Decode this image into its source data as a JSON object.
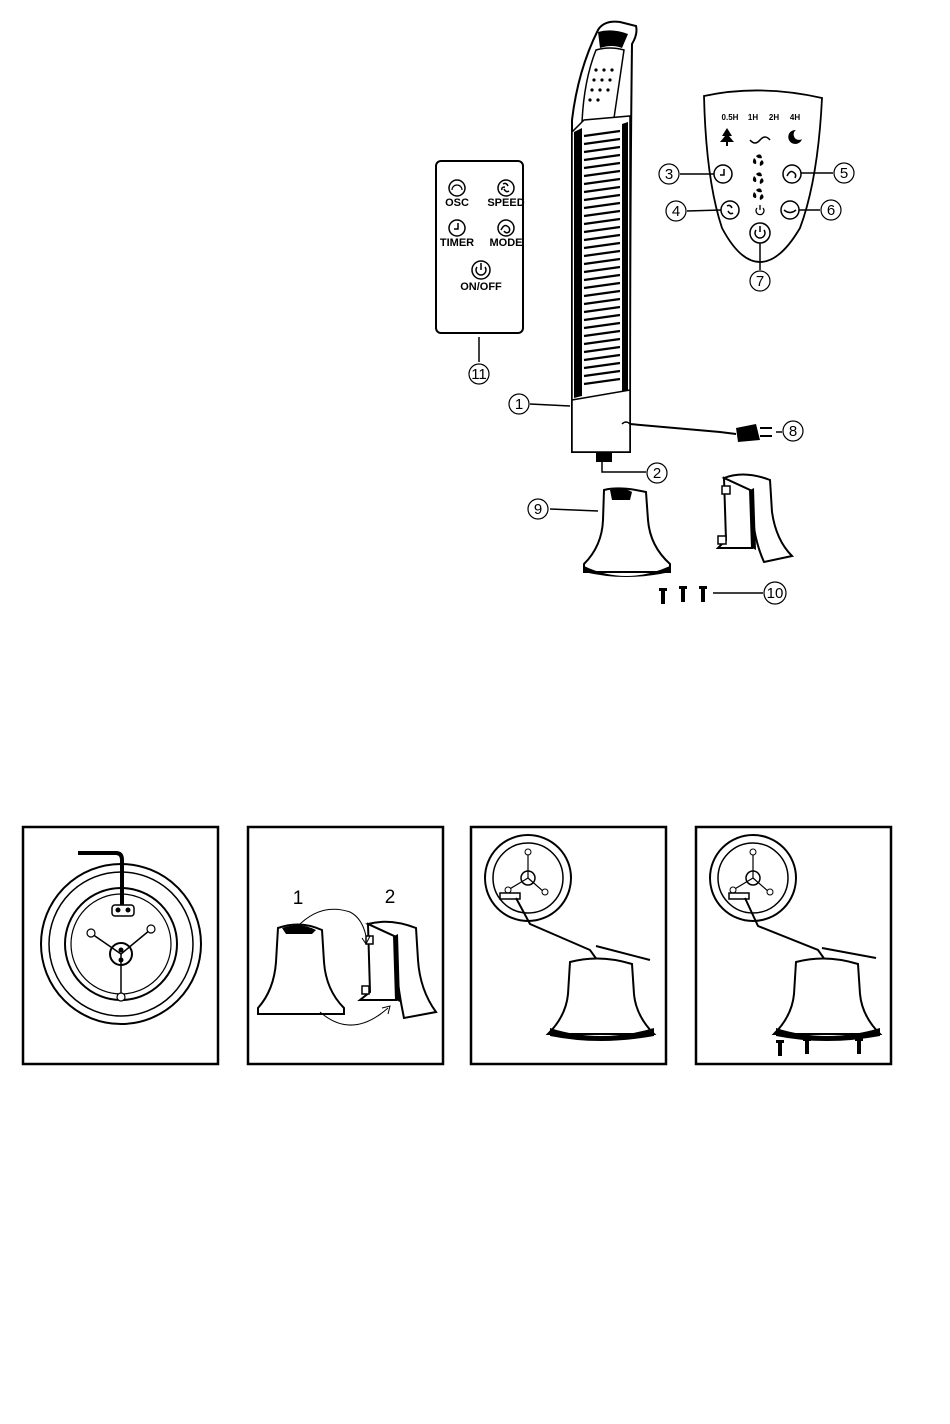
{
  "remote": {
    "buttons": {
      "osc": "OSC",
      "speed": "SPEED",
      "timer": "TIMER",
      "mode": "MODE",
      "power": "ON/OFF"
    },
    "callout": "11"
  },
  "control_panel": {
    "timer_labels": [
      "0.5H",
      "1H",
      "2H",
      "4H"
    ],
    "callouts": {
      "c3": "3",
      "c4": "4",
      "c5": "5",
      "c6": "6",
      "c7": "7"
    }
  },
  "fan": {
    "callouts": {
      "c1": "1",
      "c2": "2",
      "c8": "8",
      "c9": "9",
      "c10": "10"
    }
  },
  "steps": {
    "step2_labels": {
      "a": "1",
      "b": "2"
    }
  },
  "icons": {
    "remote_osc": "oscillate-icon",
    "remote_speed": "fan-speed-icon",
    "remote_timer": "timer-icon",
    "remote_mode": "mode-icon",
    "remote_power": "power-icon",
    "panel_tree": "natural-mode-tree-icon",
    "panel_moon": "sleep-mode-moon-icon",
    "plug": "power-plug-icon",
    "screw": "screw-icon"
  }
}
